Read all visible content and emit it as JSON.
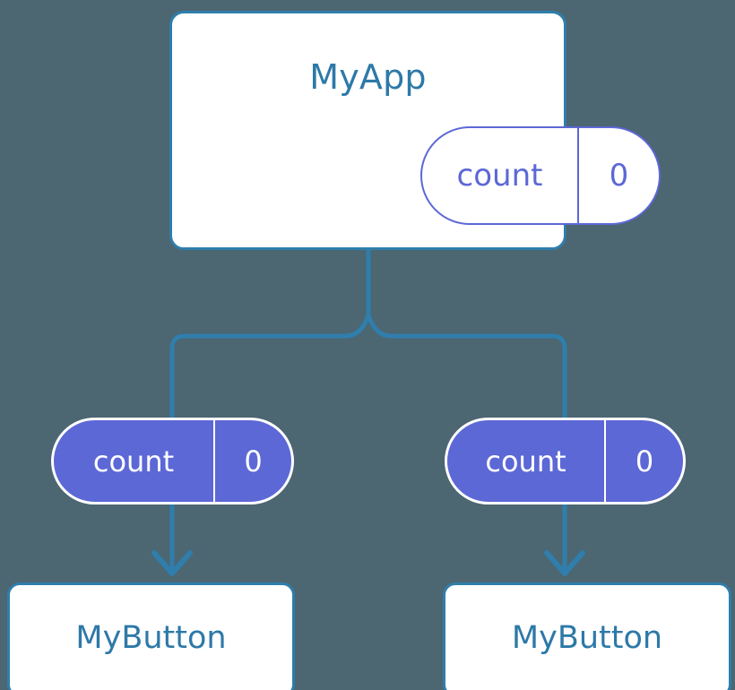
{
  "diagram": {
    "title": "React component tree with prop drilling",
    "background_color": "#4c6672",
    "accent_blue": "#2d79a8",
    "accent_purple": "#5c68d6",
    "white": "#ffffff"
  },
  "root": {
    "name": "MyApp",
    "state": {
      "key": "count",
      "value": "0"
    }
  },
  "children": [
    {
      "state": {
        "key": "count",
        "value": "0"
      },
      "leaf": {
        "name": "MyButton"
      }
    },
    {
      "state": {
        "key": "count",
        "value": "0"
      },
      "leaf": {
        "name": "MyButton"
      }
    }
  ],
  "connectors": {
    "trunk": "root-to-split",
    "branch_left": "split-to-left-state",
    "branch_right": "split-to-right-state",
    "arrow_left": "left-state-to-left-leaf",
    "arrow_right": "right-state-to-right-leaf",
    "stroke_color": "#2f7eac",
    "stroke_width": 5
  }
}
